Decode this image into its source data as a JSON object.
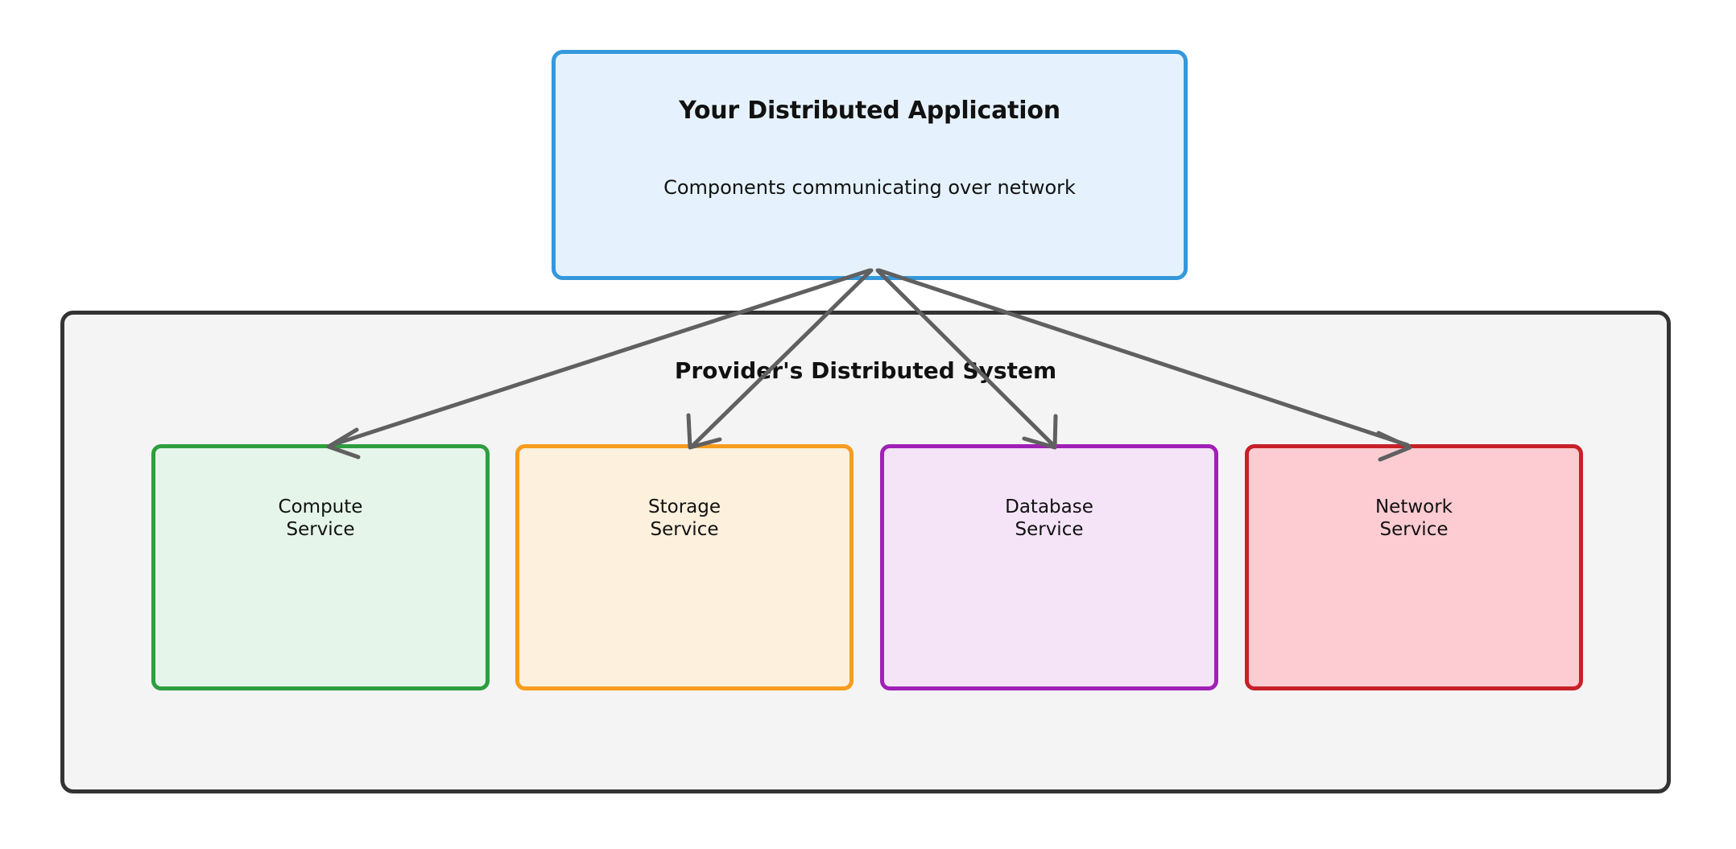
{
  "diagram": {
    "type": "architecture-block-diagram",
    "background": "#ffffff",
    "application": {
      "title": "Your Distributed Application",
      "subtitle": "Components communicating over network",
      "border_color": "#3498db",
      "fill_color": "#e5f2fd"
    },
    "provider": {
      "title": "Provider's Distributed System",
      "border_color": "#333333",
      "fill_color": "#f4f4f4"
    },
    "services": [
      {
        "id": "compute",
        "label": "Compute\nService",
        "name": "Compute",
        "kind": "Service",
        "border_color": "#2e9e3f",
        "fill_color": "#e5f5e9"
      },
      {
        "id": "storage",
        "label": "Storage\nService",
        "name": "Storage",
        "kind": "Service",
        "border_color": "#f79c1d",
        "fill_color": "#fdf0dd"
      },
      {
        "id": "database",
        "label": "Database\nService",
        "name": "Database",
        "kind": "Service",
        "border_color": "#a020b5",
        "fill_color": "#f5e3f8"
      },
      {
        "id": "network",
        "label": "Network\nService",
        "name": "Network",
        "kind": "Service",
        "border_color": "#c62128",
        "fill_color": "#fdccd2"
      }
    ],
    "connectors": {
      "color": "#606060",
      "style": "solid-arrow",
      "direction": "application-to-service",
      "count": 4,
      "edges": [
        {
          "from": "application",
          "to": "compute"
        },
        {
          "from": "application",
          "to": "storage"
        },
        {
          "from": "application",
          "to": "database"
        },
        {
          "from": "application",
          "to": "network"
        }
      ]
    }
  }
}
